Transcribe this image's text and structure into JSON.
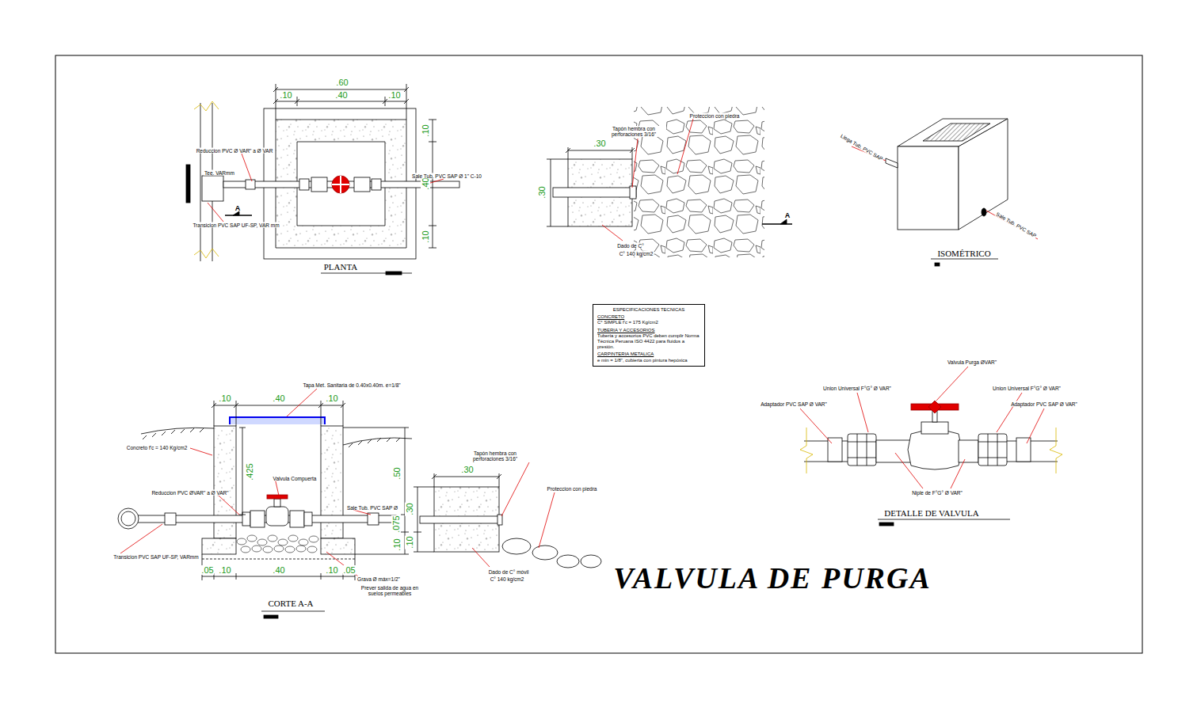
{
  "diagram": {
    "title": "VALVULA DE PURGA",
    "nodes": [
      {
        "text": [
          "ESPECIFICACIONES TECNICAS",
          "CONCRETO",
          "C° SIMPLE f'c = 175 Kg/cm2",
          "TUBERIA Y ACCESORIOS",
          "Tubería y accesorios PVC deben cumplir Norma Técnica Peruana ISO 4422 para fluidos a presión.",
          "CARPINTERIA METALICA",
          "e min = 1/8\", cubierta con pintura hepóxica"
        ]
      }
    ],
    "labels": [
      ".60",
      ".10",
      ".40",
      ".10",
      ".10",
      ".40",
      ".10",
      "Reduccion PVC Ø VAR\" a Ø VAR",
      "Tee. VARmm",
      "Transicion PVC SAP UF-SP, VAR mm",
      "Sale Tub. PVC SAP Ø 1\" C-10",
      "A",
      "PLANTA",
      "Tapón hembra con perforaciones 3/16\"",
      "Proteccion con piedra",
      ".30",
      ".30",
      "Dado de C°",
      "C° 140 kg/cm2",
      "A",
      "Llega Tub. PVC SAP",
      "Sale Tub. PVC SAP",
      "ISOMÉTRICO",
      ".10",
      ".40",
      ".10",
      "Tapa Met. Sanitaria de 0.40x0.40m. e=1/8\"",
      "Concreto f'c = 140 Kg/cm2",
      ".425",
      "Valvula Compuerta",
      "Reduccion PVC ØVAR\" a Ø VAR\"",
      "Sale Tub. PVC SAP Ø",
      ".50",
      ".075",
      ".10",
      "Transicion PVC SAP UF-SP, VARmm",
      ".05",
      ".10",
      ".40",
      ".10",
      ".05",
      "Grava Ø máx=1/2\"",
      "Prever salida de agua en suelos permeables",
      "CORTE A-A",
      "Tapón hembra con perforaciones 3/16\"",
      ".30",
      ".30",
      ".10",
      "Proteccion con piedra",
      "Dado de C° móvil",
      "C° 140 kg/cm2",
      "Valvula Purga ØVAR\"",
      "Union Universal F°G° Ø VAR\"",
      "Union Universal F°G° Ø VAR\"",
      "Adaptador PVC SAP Ø VAR\"",
      "Adaptador PVC SAP Ø VAR\"",
      "Niple de F°G° Ø VAR\"",
      "DETALLE DE VALVULA"
    ]
  }
}
